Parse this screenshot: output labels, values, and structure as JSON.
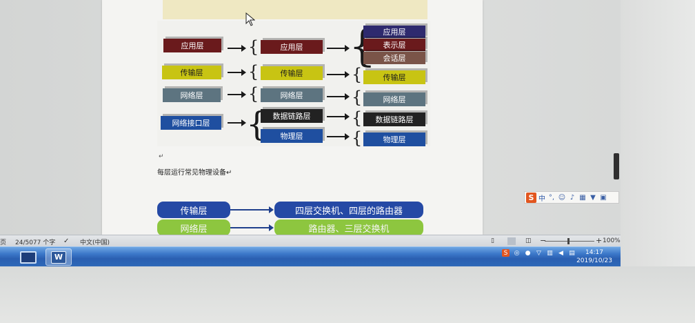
{
  "document": {
    "left_column": [
      {
        "label": "应用层",
        "color": "#6a1a1c"
      },
      {
        "label": "传输层",
        "color": "#c8c413"
      },
      {
        "label": "网络层",
        "color": "#5d7480"
      },
      {
        "label": "网络接口层",
        "color": "#1f4fa0"
      }
    ],
    "middle_column": [
      {
        "label": "应用层",
        "color": "#6a1a1c"
      },
      {
        "label": "传输层",
        "color": "#c8c413"
      },
      {
        "label": "网络层",
        "color": "#5d7480"
      },
      {
        "label": "数据链路层",
        "color": "#222222"
      },
      {
        "label": "物理层",
        "color": "#1f4fa0"
      }
    ],
    "right_column": [
      {
        "label": "应用层",
        "color": "#2e2a6e"
      },
      {
        "label": "表示层",
        "color": "#6a1a1c"
      },
      {
        "label": "会话层",
        "color": "#7a5448"
      },
      {
        "label": "传输层",
        "color": "#c8c413"
      },
      {
        "label": "网络层",
        "color": "#5d7480"
      },
      {
        "label": "数据链路层",
        "color": "#222222"
      },
      {
        "label": "物理层",
        "color": "#1f4fa0"
      }
    ],
    "para_mark": "↵",
    "caption": "每层运行常见物理设备↵",
    "device_rows": [
      {
        "layer": "传输层",
        "devices": "四层交换机、四层的路由器",
        "color": "#2549a5"
      },
      {
        "layer": "网络层",
        "devices": "路由器、三层交换机",
        "color": "#8dc63f"
      }
    ]
  },
  "ime": {
    "logo": "S",
    "mode": "中",
    "icons": [
      "punctuation-icon",
      "emoji-icon",
      "mic-icon",
      "keyboard-icon",
      "skin-icon",
      "toolbox-icon"
    ]
  },
  "status_bar": {
    "page_label": "页",
    "word_count": "24/5077 个字",
    "language": "中文(中国)",
    "zoom_minus": "−",
    "zoom_plus": "+",
    "zoom": "100%"
  },
  "taskbar": {
    "word_icon_letter": "W",
    "time": "14:17",
    "date": "2019/10/23"
  }
}
